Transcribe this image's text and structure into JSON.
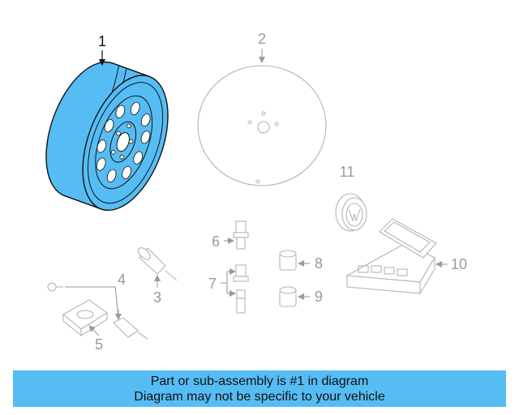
{
  "diagram": {
    "callouts": {
      "c1": "1",
      "c2": "2",
      "c3": "3",
      "c4": "4",
      "c5": "5",
      "c6": "6",
      "c7": "7",
      "c8": "8",
      "c9": "9",
      "c10": "10",
      "c11": "11"
    },
    "highlight_color": "#56bdf4",
    "highlighted_part": "1"
  },
  "banner": {
    "line1": "Part or sub-assembly is #1 in diagram",
    "line2": "Diagram may not be specific to your vehicle",
    "background": "#56bdf4"
  }
}
